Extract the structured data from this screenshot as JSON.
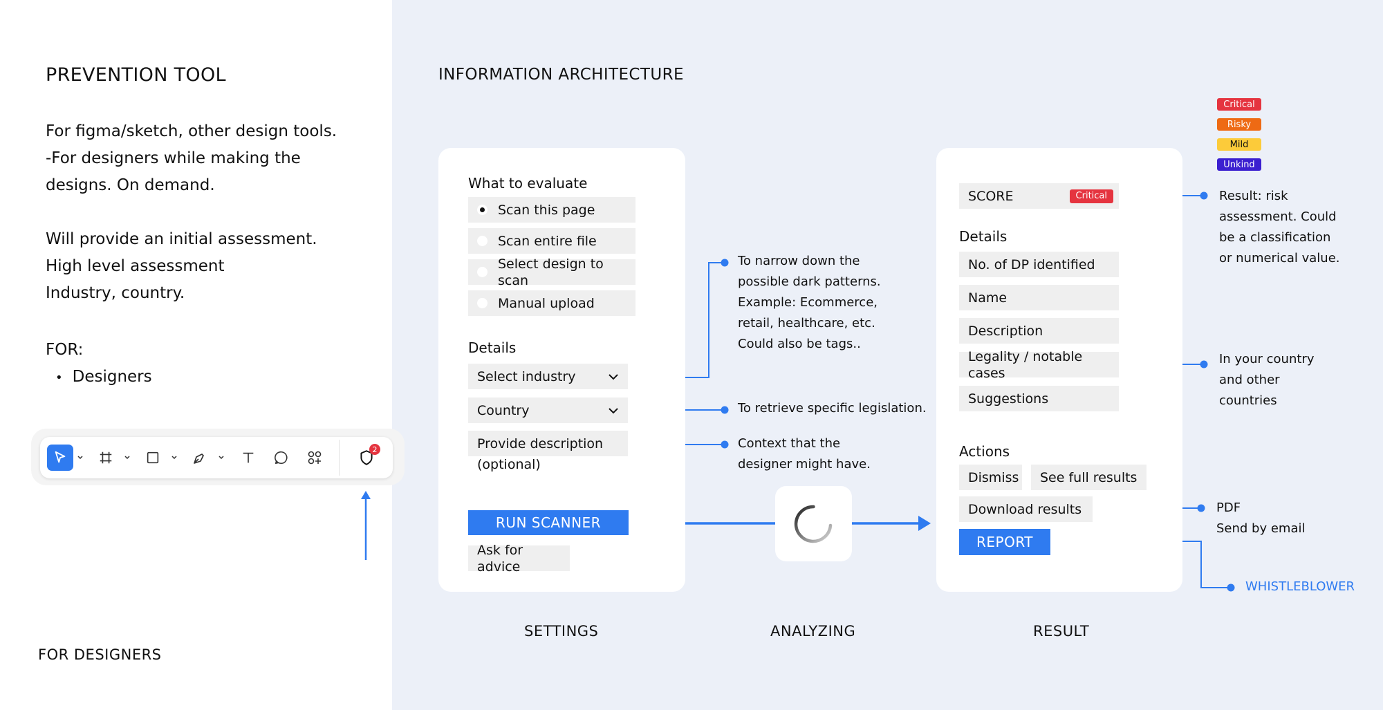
{
  "left_panel": {
    "title": "PREVENTION TOOL",
    "lines_a": [
      "For figma/sketch, other design tools.",
      "-For designers while making the",
      "designs. On demand."
    ],
    "lines_b": [
      "Will provide an initial assessment.",
      "High level assessment",
      "Industry, country."
    ],
    "for_label": "FOR:",
    "bullet": "Designers",
    "footer": "FOR DESIGNERS",
    "plugin_badge_count": "2"
  },
  "ia": {
    "title": "INFORMATION ARCHITECTURE",
    "settings": {
      "evaluate_label": "What to evaluate",
      "options": [
        "Scan this page",
        "Scan entire file",
        "Select design to scan",
        "Manual upload"
      ],
      "selected_index": 0,
      "details_label": "Details",
      "industry_select": "Select industry",
      "country_select": "Country",
      "description_line1": "Provide description",
      "description_line2": "(optional)",
      "run_button": "RUN SCANNER",
      "advice_button": "Ask for advice",
      "caption": "SETTINGS"
    },
    "analyzing": {
      "caption": "ANALYZING"
    },
    "result": {
      "score_label": "SCORE",
      "score_badge": "Critical",
      "details_label": "Details",
      "details": [
        "No. of DP identified",
        "Name",
        "Description",
        "Legality / notable cases",
        "Suggestions"
      ],
      "actions_label": "Actions",
      "dismiss": "Dismiss",
      "see_full": "See full results",
      "download": "Download results",
      "report_button": "REPORT",
      "caption": "RESULT"
    },
    "legend": [
      {
        "label": "Critical",
        "color": "#e5343f",
        "text_color": "#ffffff"
      },
      {
        "label": "Risky",
        "color": "#ee6a14",
        "text_color": "#ffffff"
      },
      {
        "label": "Mild",
        "color": "#fccb3a",
        "text_color": "#111111"
      },
      {
        "label": "Unkind",
        "color": "#3b1fd0",
        "text_color": "#ffffff"
      }
    ],
    "notes": {
      "industry": [
        "To narrow down the",
        "possible dark patterns.",
        "Example: Ecommerce,",
        "retail, healthcare, etc.",
        "Could also be tags.."
      ],
      "country": "To retrieve specific legislation.",
      "context": [
        "Context that the",
        "designer might have."
      ],
      "score": [
        "Result: risk",
        "assessment. Could",
        "be a classification",
        "or numerical value."
      ],
      "legality": [
        "In your country",
        "and other",
        "countries"
      ],
      "download": [
        "PDF",
        "Send by email"
      ],
      "whistleblower": "WHISTLEBLOWER"
    },
    "colors": {
      "accent": "#2f7bf0",
      "background": "#ecf0f8"
    }
  }
}
